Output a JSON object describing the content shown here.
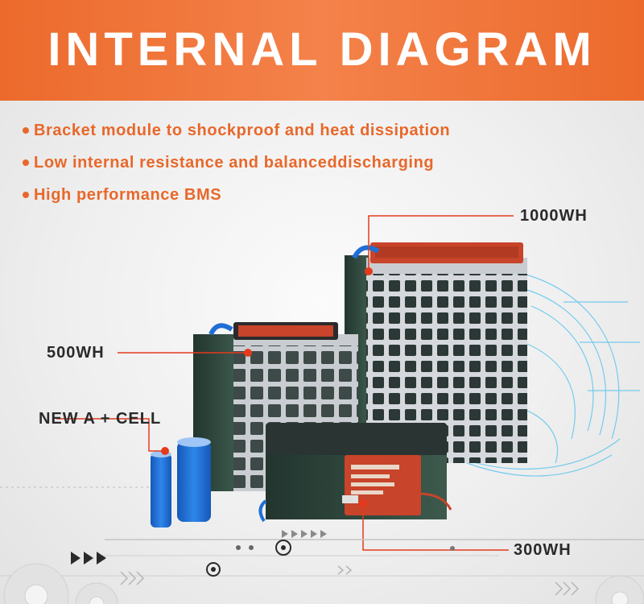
{
  "header": {
    "title": "INTERNAL DIAGRAM"
  },
  "features": [
    {
      "text": "Bracket module to shockproof and heat dissipation"
    },
    {
      "text": "Low internal resistance and balanceddischarging"
    },
    {
      "text": "High performance BMS"
    }
  ],
  "callouts": {
    "pack_1000": "1000WH",
    "pack_500": "500WH",
    "cell": "NEW A + CELL",
    "pack_300": "300WH"
  },
  "colors": {
    "accent": "#ec6a2c",
    "callout_dot": "#e53a1d",
    "battery_wrap": "#2f4a3f",
    "bms_board": "#c8442a",
    "cell_blue": "#1f6fd6",
    "tech_lines": "#4cc0ee"
  },
  "icons": {
    "bullet": "bullet-dot",
    "arrows": "triple-chevron-icon",
    "gears": "gear-icon"
  }
}
